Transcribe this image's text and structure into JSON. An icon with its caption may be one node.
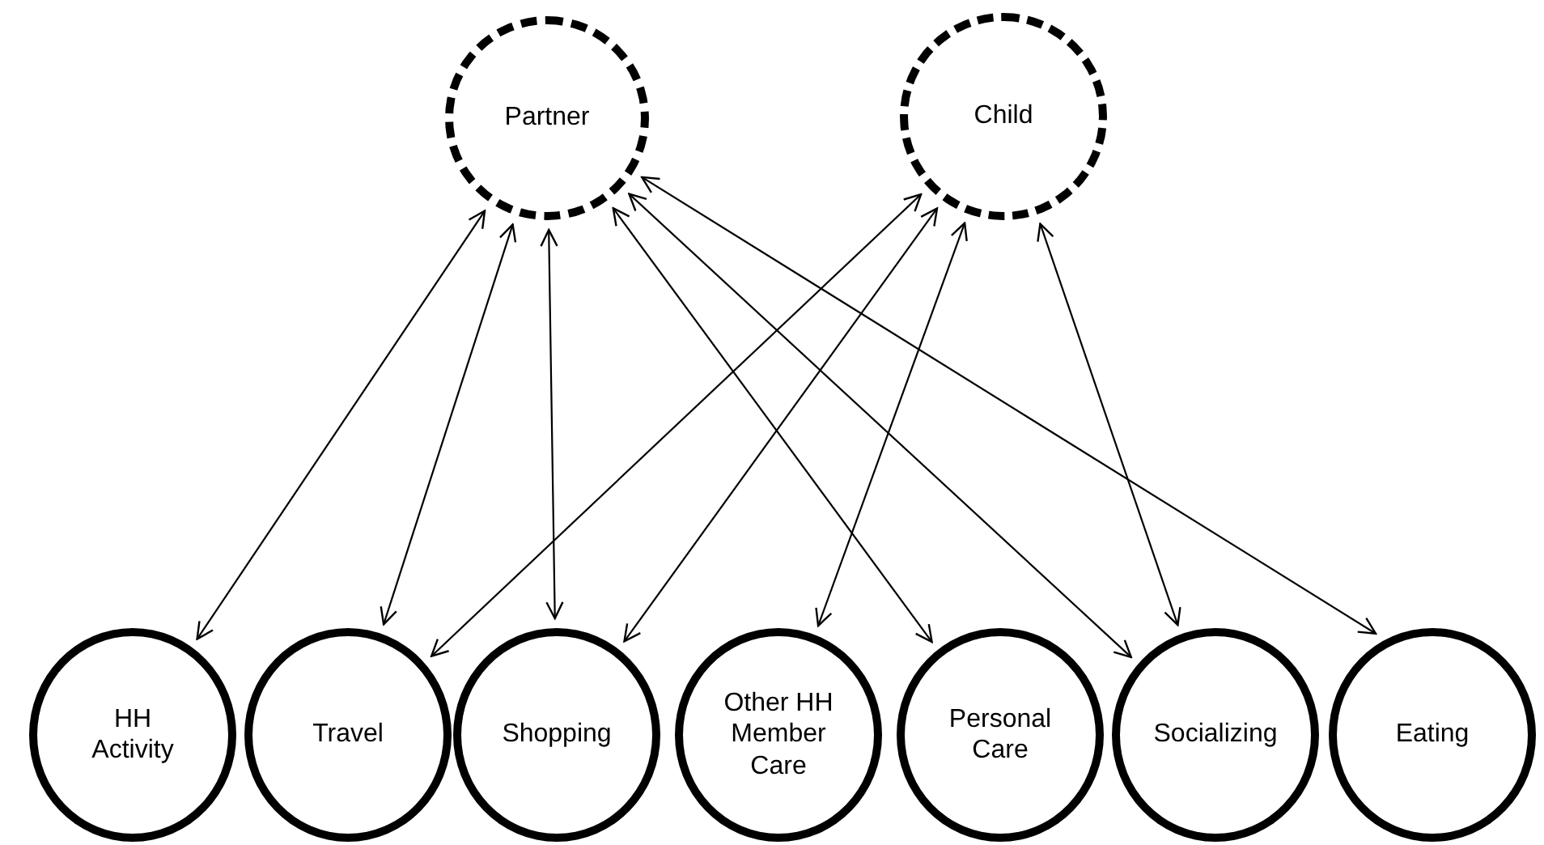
{
  "diagram": {
    "nodes": [
      {
        "text": [
          "Partner"
        ]
      },
      {
        "text": [
          "Child"
        ]
      },
      {
        "text": [
          "HH Activity"
        ]
      },
      {
        "text": [
          "Travel"
        ]
      },
      {
        "text": [
          "Shopping"
        ]
      },
      {
        "text": [
          "Other HH Member Care"
        ]
      },
      {
        "text": [
          "Personal Care"
        ]
      },
      {
        "text": [
          "Socializing"
        ]
      },
      {
        "text": [
          "Eating"
        ]
      }
    ],
    "edges": [
      {
        "from": 0,
        "to": 2,
        "arrow": "both"
      },
      {
        "from": 0,
        "to": 3,
        "arrow": "both"
      },
      {
        "from": 0,
        "to": 4,
        "arrow": "both"
      },
      {
        "from": 0,
        "to": 6,
        "arrow": "both"
      },
      {
        "from": 0,
        "to": 7,
        "arrow": "both"
      },
      {
        "from": 0,
        "to": 8,
        "arrow": "both"
      },
      {
        "from": 1,
        "to": 3,
        "arrow": "both"
      },
      {
        "from": 1,
        "to": 4,
        "arrow": "both"
      },
      {
        "from": 1,
        "to": 5,
        "arrow": "both"
      },
      {
        "from": 1,
        "to": 7,
        "arrow": "both"
      }
    ]
  }
}
